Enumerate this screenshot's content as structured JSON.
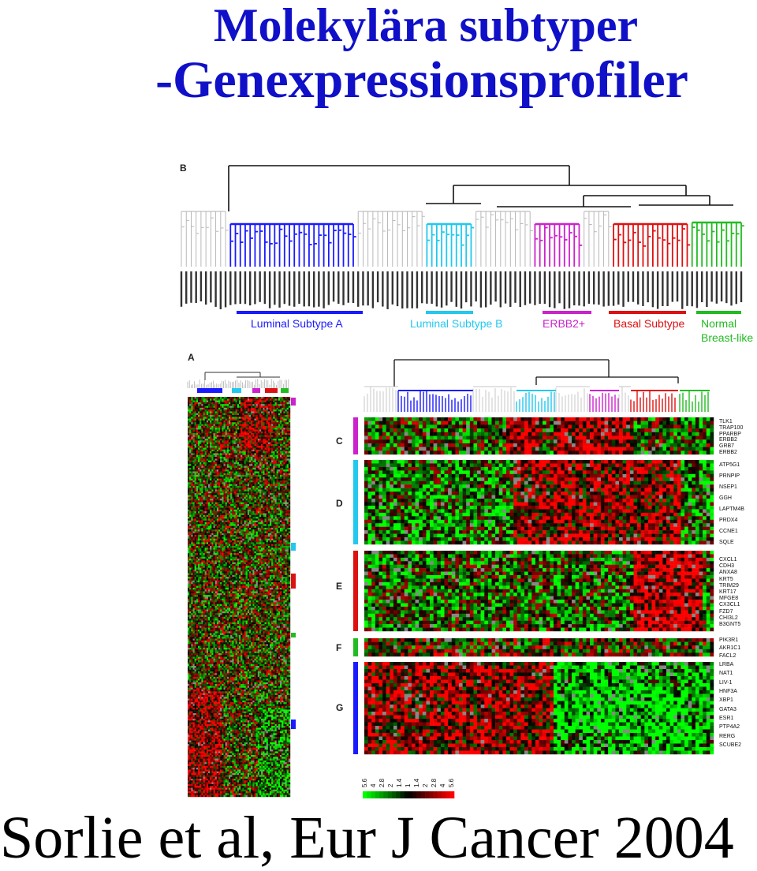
{
  "title_line1": "Molekylära subtyper",
  "title_line2": "-Genexpressionsprofiler",
  "citation": "Sorlie et al, Eur J Cancer 2004",
  "panel_labels": [
    "B",
    "A",
    "C",
    "D",
    "E",
    "F",
    "G"
  ],
  "subtypes": [
    {
      "name": "Luminal Subtype A",
      "color": "#1a1aff"
    },
    {
      "name": "Luminal Subtype B",
      "color": "#22c8ee"
    },
    {
      "name": "ERBB2+",
      "color": "#cc22cc"
    },
    {
      "name": "Basal Subtype",
      "color": "#dd1111"
    },
    {
      "name": "Normal",
      "color": "#22bb22"
    },
    {
      "name": "Breast-like",
      "color": "#22bb22"
    }
  ],
  "gene_clusters": {
    "C": [
      "TLK1",
      "TRAP100",
      "PPARBP",
      "ERBB2",
      "GRB7",
      "ERBB2"
    ],
    "D": [
      "ATP5G1",
      "PRNPIP",
      "NSEP1",
      "GGH",
      "LAPTM4B",
      "PRDX4",
      "CCNE1",
      "SQLE"
    ],
    "E": [
      "CXCL1",
      "CDH3",
      "ANXA8",
      "KRT5",
      "TRIM29",
      "KRT17",
      "MFGE8",
      "CX3CL1",
      "FZD7",
      "CHI3L2",
      "B3GNT5"
    ],
    "F": [
      "PIK3R1",
      "AKR1C1",
      "FACL2"
    ],
    "G": [
      "LRBA",
      "NAT1",
      "LIV-1",
      "HNF3A",
      "XBP1",
      "GATA3",
      "ESR1",
      "PTP4A2",
      "RERG",
      "SCUBE2"
    ]
  },
  "scale_labels": [
    "5.6",
    "4",
    "2.8",
    "2",
    "1.4",
    "1",
    "1.4",
    "2",
    "2.8",
    "4",
    "5.6"
  ],
  "colors": {
    "up": "#ff0000",
    "down": "#00ff00",
    "neutral": "#000000",
    "missing": "#888888",
    "title": "#1010c8"
  }
}
